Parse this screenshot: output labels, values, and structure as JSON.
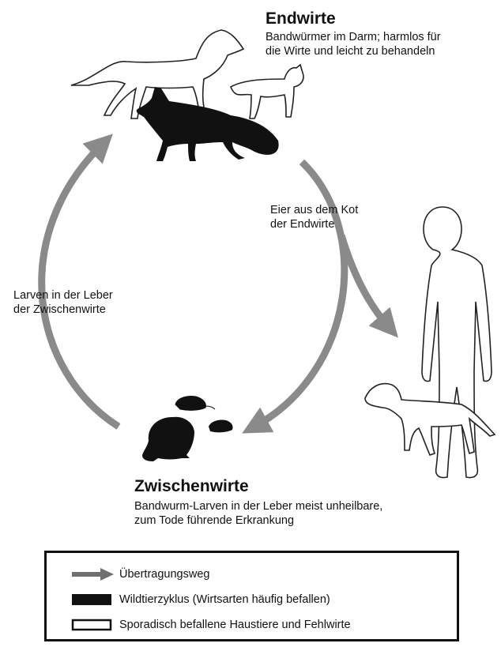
{
  "definitive_hosts": {
    "title": "Endwirte",
    "description_line1": "Bandwürmer im Darm; harmlos für",
    "description_line2": "die Wirte und leicht zu behandeln"
  },
  "intermediate_hosts": {
    "title": "Zwischenwirte",
    "description_line1": "Bandwurm-Larven in der Leber meist unheilbare,",
    "description_line2": "zum Tode führende Erkrankung"
  },
  "labels": {
    "eggs_line1": "Eier aus dem Kot",
    "eggs_line2": "der Endwirte",
    "larvae_line1": "Larven in der Leber",
    "larvae_line2": "der Zwischenwirte"
  },
  "legend": {
    "transmission": "Übertragungsweg",
    "wildlife_cycle": "Wildtierzyklus (Wirtsarten häufig befallen)",
    "sporadic": "Sporadisch befallene Haustiere und Fehlwirte"
  },
  "colors": {
    "arrow": "#8a8a8a",
    "wildlife": "#111111",
    "outline": "#222222"
  },
  "icons": [
    "dog-outline-icon",
    "cat-outline-icon",
    "fox-silhouette-icon",
    "human-outline-icon",
    "small-dog-outline-icon",
    "beaver-silhouette-icon",
    "mouse-silhouette-icon",
    "vole-silhouette-icon"
  ]
}
